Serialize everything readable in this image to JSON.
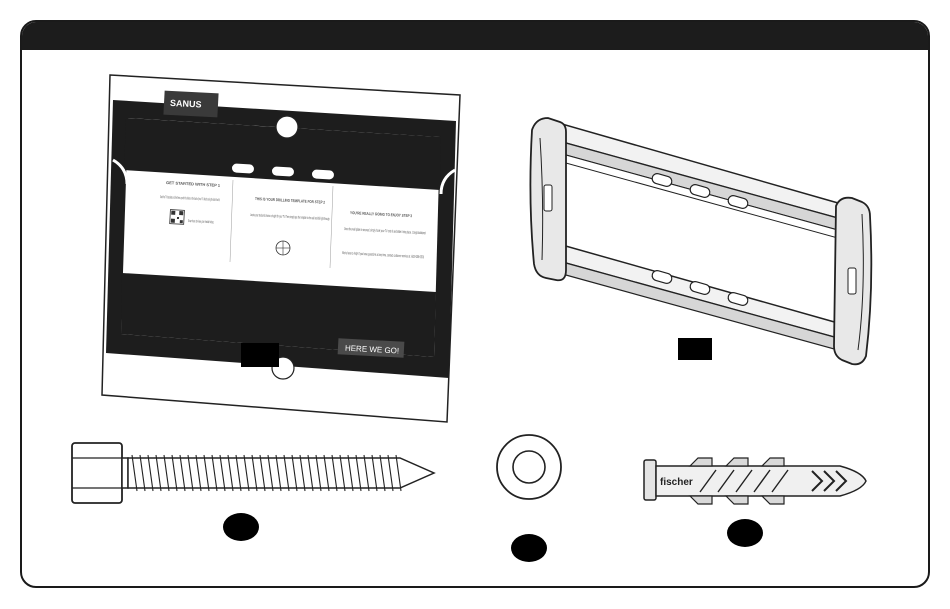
{
  "template": {
    "brand": "SANUS",
    "brand_sub": "",
    "col1_title": "GET STARTED WITH STEP 1",
    "col1_body": "Grab the TV brackets and line them up with the holes on the back of your TV. Attach using the bolts that fit.",
    "col1_qr_note": "Scan here to view your install video.",
    "col2_title": "THIS IS YOUR DRILLING TEMPLATE FOR STEP 2",
    "col2_body": "Locate your stud and choose a height for your TV. Then simply tape the template to the wall and drill right through.",
    "col3_title": "YOU'RE REALLY GOING TO ENJOY STEP 3",
    "col3_body": "Once the wall plate is secured, simply hook your TV onto it and slide it into place. Congratulations!",
    "col3_help": "We're here to help! If you have questions at any time, contact customer service at 1-800-359-5520",
    "cta": "HERE WE GO!"
  },
  "anchor": {
    "brand": "fischer"
  },
  "colors": {
    "header": "#1c1c1c",
    "ink": "#111111",
    "plate_light": "#e9e9e9",
    "plate_mid": "#cfcfcf",
    "label_fill": "#000000"
  }
}
